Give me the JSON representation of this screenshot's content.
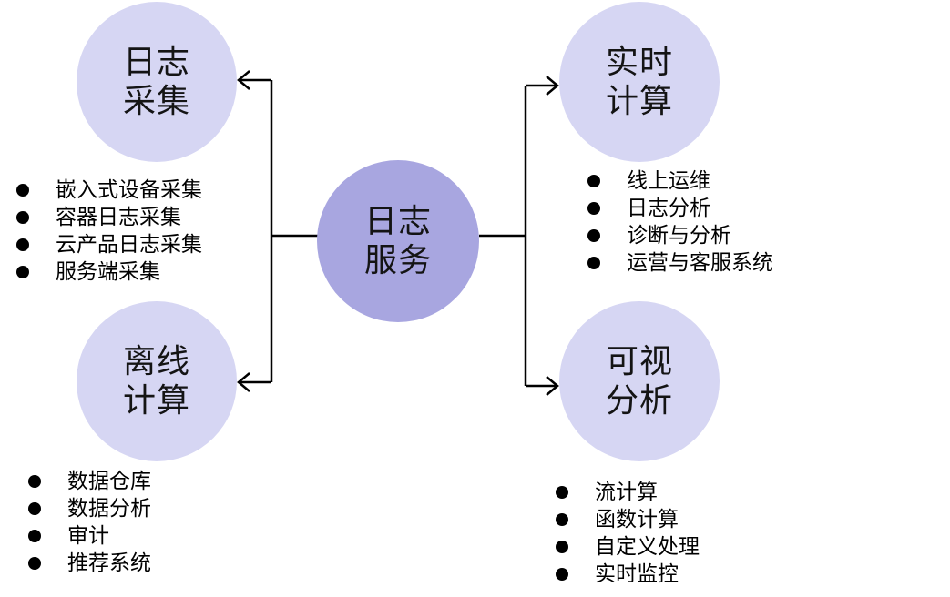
{
  "center": {
    "line1": "日志",
    "line2": "服务"
  },
  "nodes": {
    "log_collection": {
      "line1": "日志",
      "line2": "采集"
    },
    "offline_compute": {
      "line1": "离线",
      "line2": "计算"
    },
    "realtime_compute": {
      "line1": "实时",
      "line2": "计算"
    },
    "visual_analysis": {
      "line1": "可视",
      "line2": "分析"
    }
  },
  "lists": {
    "log_collection": [
      "嵌入式设备采集",
      "容器日志采集",
      "云产品日志采集",
      "服务端采集"
    ],
    "offline_compute": [
      "数据仓库",
      "数据分析",
      "审计",
      "推荐系统"
    ],
    "realtime_compute": [
      "线上运维",
      "日志分析",
      "诊断与分析",
      "运营与客服系统"
    ],
    "visual_analysis": [
      "流计算",
      "函数计算",
      "自定义处理",
      "实时监控"
    ]
  },
  "colors": {
    "node_fill": "#d6d6f3",
    "center_fill": "#a8a6e0",
    "line": "#000000"
  }
}
